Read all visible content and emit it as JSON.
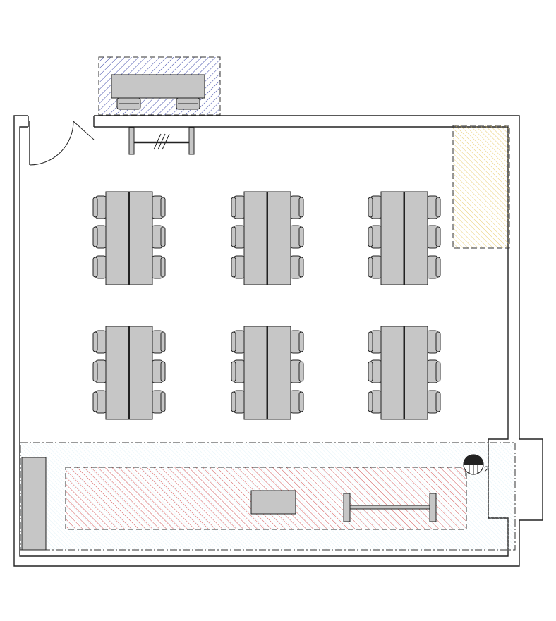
{
  "plan": {
    "marker_label": "2",
    "colors": {
      "wall": "#222222",
      "furniture_fill": "#c6c6c6",
      "hatch_blue": "#3a46a8",
      "hatch_yellow": "#e3c04a",
      "hatch_red": "#d44848",
      "zone_light_blue": "#eaf6fb"
    },
    "table_groups": [
      {
        "row": 1,
        "col": 1
      },
      {
        "row": 1,
        "col": 2
      },
      {
        "row": 1,
        "col": 3
      },
      {
        "row": 2,
        "col": 1
      },
      {
        "row": 2,
        "col": 2
      },
      {
        "row": 2,
        "col": 3
      }
    ]
  }
}
